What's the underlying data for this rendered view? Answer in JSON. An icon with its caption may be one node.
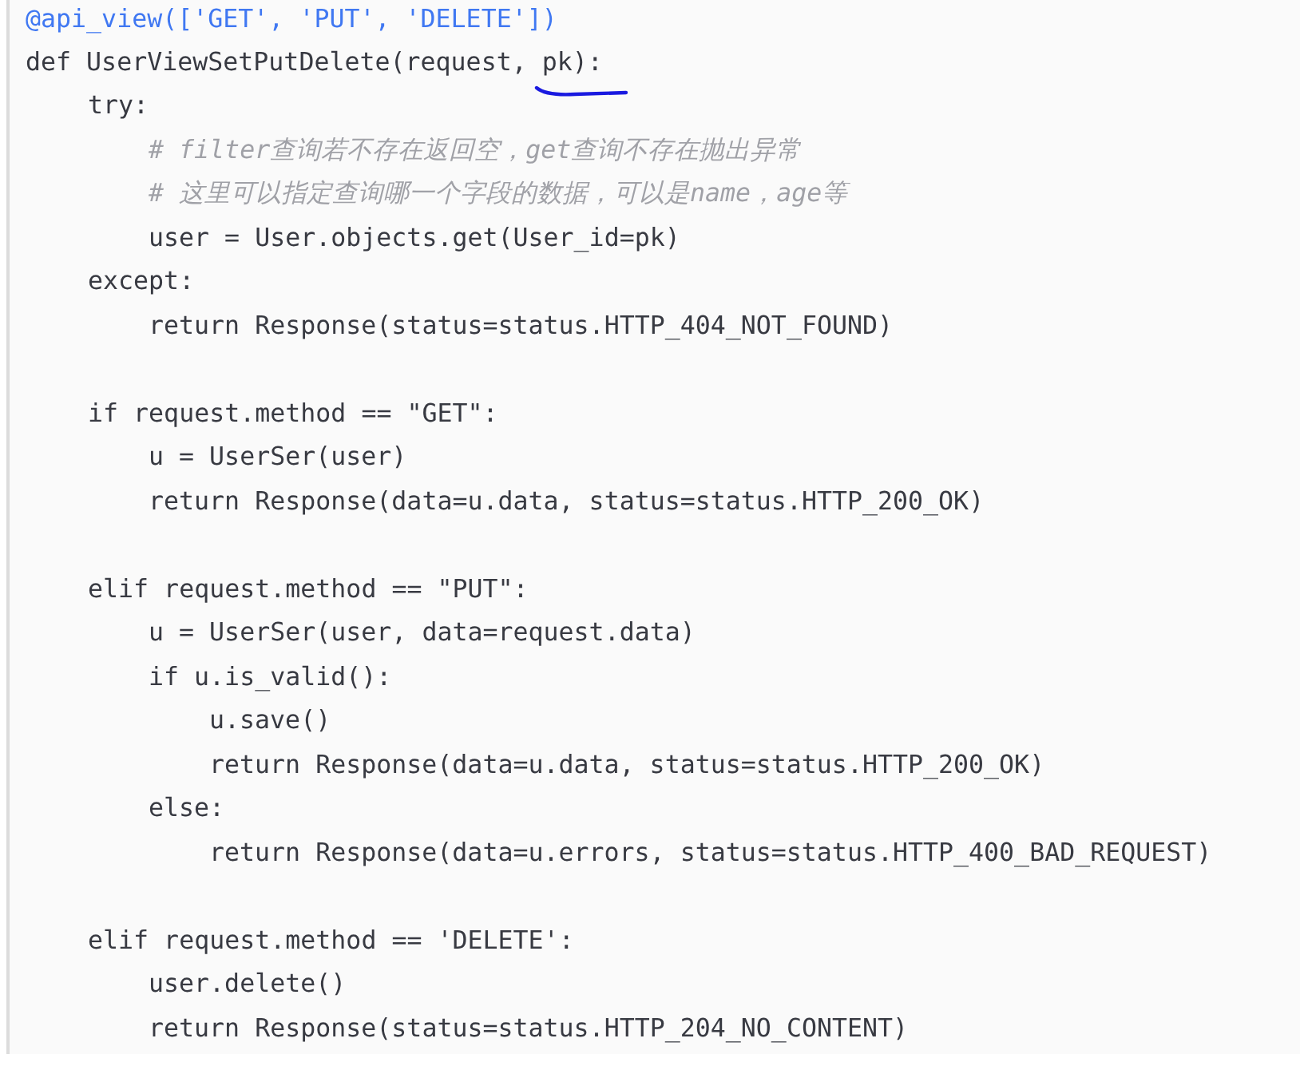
{
  "diagram": {
    "labels": [
      "@api_view(['GET', 'PUT', 'DELETE'])",
      "def UserViewSetPutDelete(request, pk):",
      "try:",
      "# filter查询若不存在返回空，get查询不存在抛出异常",
      "# 这里可以指定查询哪一个字段的数据，可以是name，age等",
      "user = User.objects.get(User_id=pk)",
      "except:",
      "return Response(status=status.HTTP_404_NOT_FOUND)",
      "if request.method == \"GET\":",
      "u = UserSer(user)",
      "return Response(data=u.data, status=status.HTTP_200_OK)",
      "elif request.method == \"PUT\":",
      "u = UserSer(user, data=request.data)",
      "if u.is_valid():",
      "u.save()",
      "return Response(data=u.data, status=status.HTTP_200_OK)",
      "else:",
      "return Response(data=u.errors, status=status.HTTP_400_BAD_REQUEST)",
      "elif request.method == 'DELETE':",
      "user.delete()",
      "return Response(status=status.HTTP_204_NO_CONTENT)"
    ]
  }
}
